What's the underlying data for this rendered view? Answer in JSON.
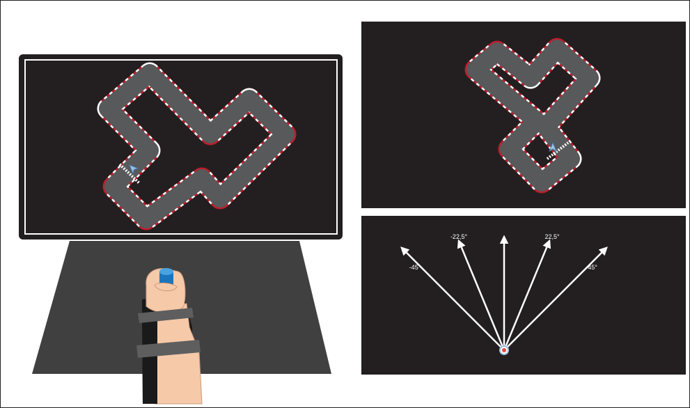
{
  "angle_labels": [
    "-45°",
    "-22,5°",
    "22,5°",
    "45°"
  ],
  "angles_deg": [
    -45,
    -22.5,
    0,
    22.5,
    45
  ],
  "colors": {
    "panel_background": "#231f20",
    "track": "#58595b",
    "track_border_red": "#be1e2d",
    "track_border_white": "#ffffff",
    "table_surface": "#404040",
    "cursor": "#9dc3e6",
    "handle": "#1b75bc",
    "skin": "#f6c9a9",
    "splint": "#1a1a1a",
    "strap": "#5e5e5e",
    "origin_dot": "#e74c3c"
  },
  "icons": [
    "cursor-arrow-icon",
    "joystick-handle-icon",
    "hand-icon",
    "wrist-splint-icon"
  ]
}
